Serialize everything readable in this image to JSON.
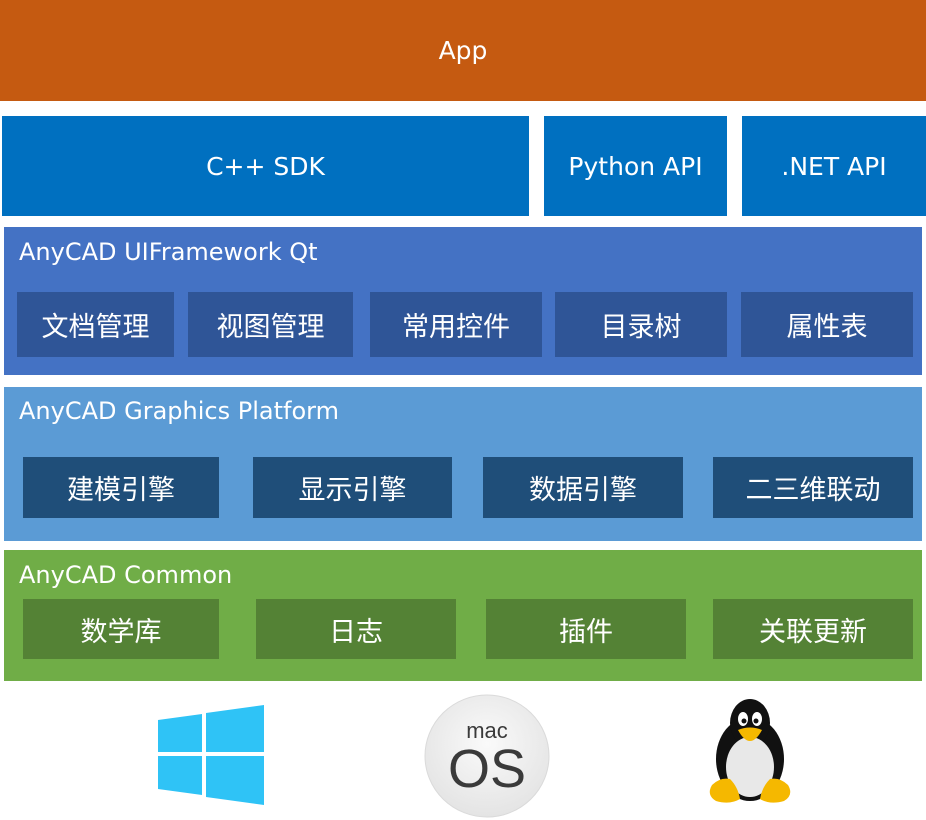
{
  "app": {
    "label": "App"
  },
  "api_layer": [
    {
      "label": "C++ SDK"
    },
    {
      "label": "Python API"
    },
    {
      "label": ".NET API"
    }
  ],
  "ui_framework": {
    "title": "AnyCAD UIFramework Qt",
    "modules": [
      "文档管理",
      "视图管理",
      "常用控件",
      "目录树",
      "属性表"
    ]
  },
  "graphics_platform": {
    "title": "AnyCAD Graphics Platform",
    "modules": [
      "建模引擎",
      "显示引擎",
      "数据引擎",
      "二三维联动"
    ]
  },
  "common": {
    "title": "AnyCAD Common",
    "modules": [
      "数学库",
      "日志",
      "插件",
      "关联更新"
    ]
  },
  "platforms": [
    {
      "icon": "windows-logo-icon",
      "name": "Windows"
    },
    {
      "icon": "macos-logo-icon",
      "name": "macOS",
      "text_top": "mac",
      "text_bottom": "OS"
    },
    {
      "icon": "linux-tux-icon",
      "name": "Linux"
    }
  ],
  "colors": {
    "app": "#C55A11",
    "api": "#0070C0",
    "ui_framework": "#4472C4",
    "ui_module": "#2F5597",
    "graphics": "#5B9BD5",
    "graphics_module": "#1F4E79",
    "common": "#70AD47",
    "common_module": "#548235"
  }
}
